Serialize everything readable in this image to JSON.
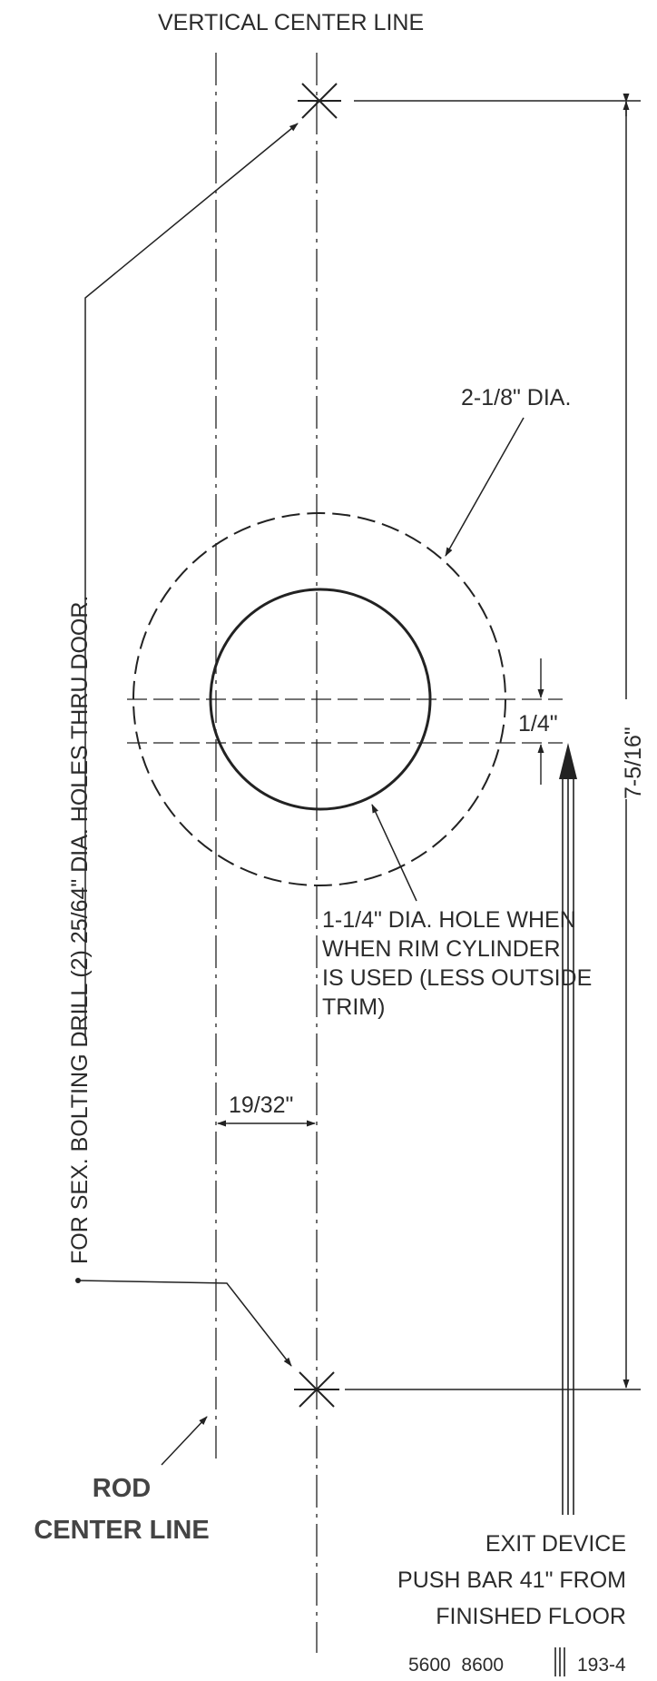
{
  "labels": {
    "vertical_center_line": "VERTICAL CENTER LINE",
    "outer_circle_dia": "2-1/8\" DIA.",
    "offset_dim": "1/4\"",
    "height_dim": "7-5/16\"",
    "inner_hole_line1": "1-1/4\" DIA. HOLE WHEN",
    "inner_hole_line2": "WHEN RIM CYLINDER",
    "inner_hole_line3": "IS USED (LESS OUTSIDE",
    "inner_hole_line4": "TRIM)",
    "rod_offset_dim": "19/32\"",
    "bolting_note": "FOR SEX. BOLTING DRILL (2) 25/64\" DIA. HOLES THRU DOOR.",
    "rod_center_line1": "ROD",
    "rod_center_line2": "CENTER LINE",
    "exit_line1": "EXIT DEVICE",
    "exit_line2": "PUSH BAR 41\" FROM",
    "exit_line3": "FINISHED FLOOR",
    "model_numbers": "5600  8600",
    "drawing_number": "193-4"
  }
}
